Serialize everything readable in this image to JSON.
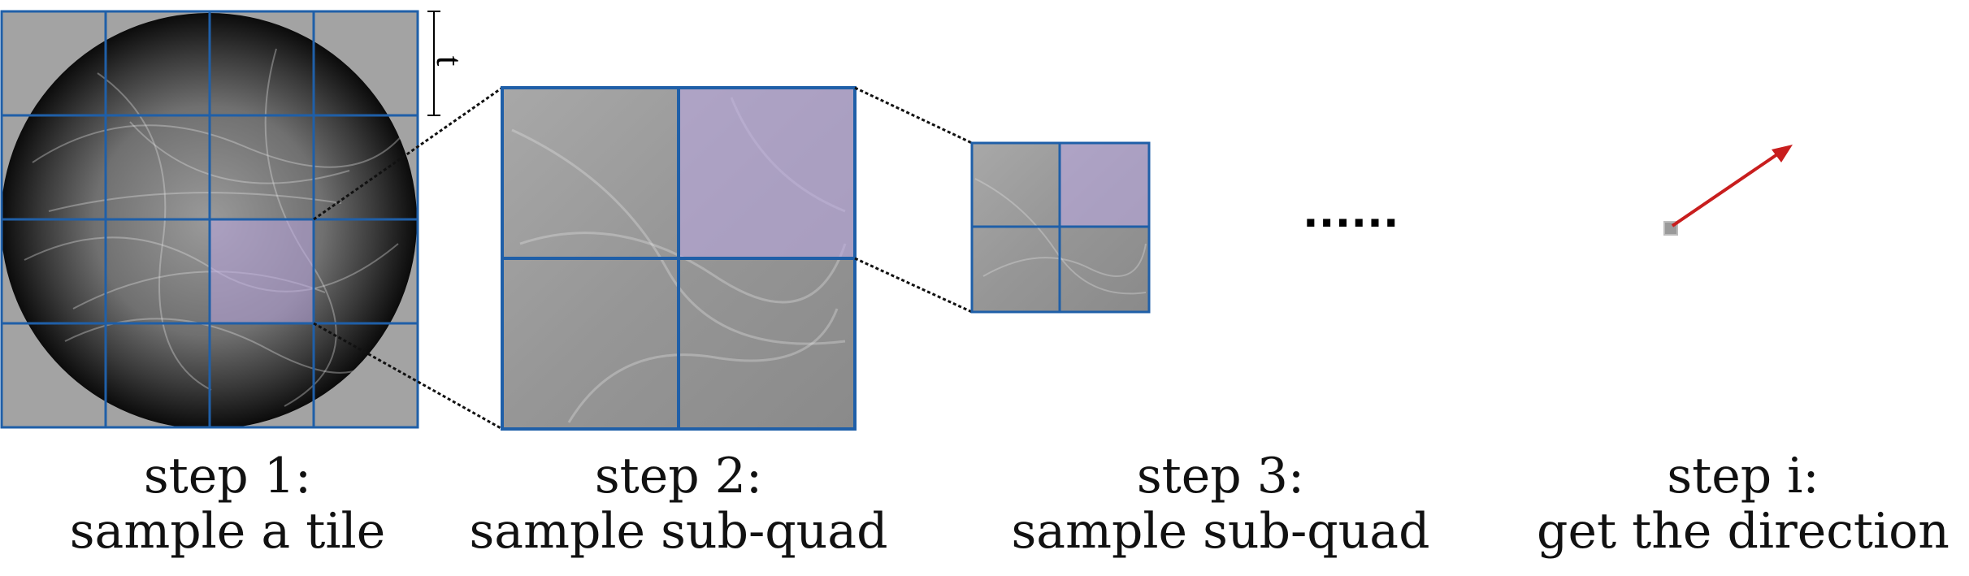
{
  "tile_label": "t",
  "ellipsis": "......",
  "steps": [
    {
      "title": "step 1:",
      "subtitle": "sample a tile"
    },
    {
      "title": "step 2:",
      "subtitle": "sample sub-quad"
    },
    {
      "title": "step 3:",
      "subtitle": "sample sub-quad"
    },
    {
      "title": "step i:",
      "subtitle": "get the direction"
    }
  ],
  "colors": {
    "grid_line": "#1f5fa8",
    "highlight": "#b9a6e0",
    "arrow": "#c81e1e",
    "tile_background": "#a3a3a3",
    "disk_dark": "#0b0b0b",
    "zoom_line": "#111111"
  },
  "icons": [
    "direction-arrow-icon",
    "sample-point-icon"
  ]
}
